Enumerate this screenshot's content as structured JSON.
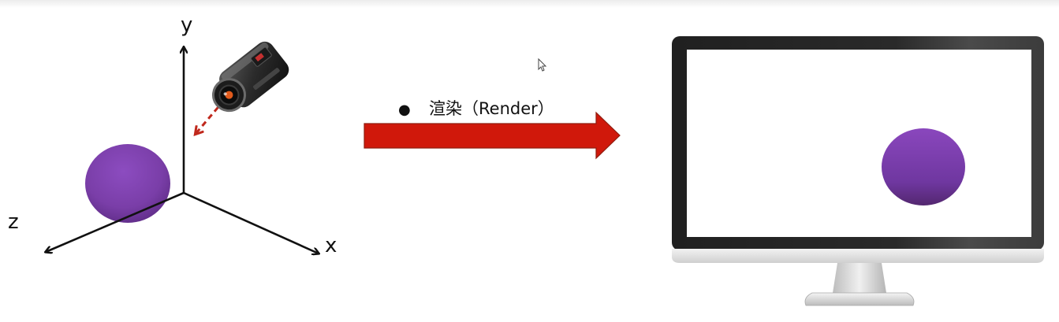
{
  "scene": {
    "axes": {
      "y_label": "y",
      "x_label": "x",
      "z_label": "z"
    },
    "sphere_color": "#7b3fa8",
    "ray_color": "#c0281c",
    "camera_icon": "camcorder-icon"
  },
  "transition": {
    "bullet": "●",
    "label": "渲染（Render）",
    "arrow_color": "#d0180b"
  },
  "screen": {
    "monitor_icon": "monitor-icon",
    "sphere_color": "#7b3fa8"
  },
  "cursor_icon": "mouse-pointer-icon"
}
